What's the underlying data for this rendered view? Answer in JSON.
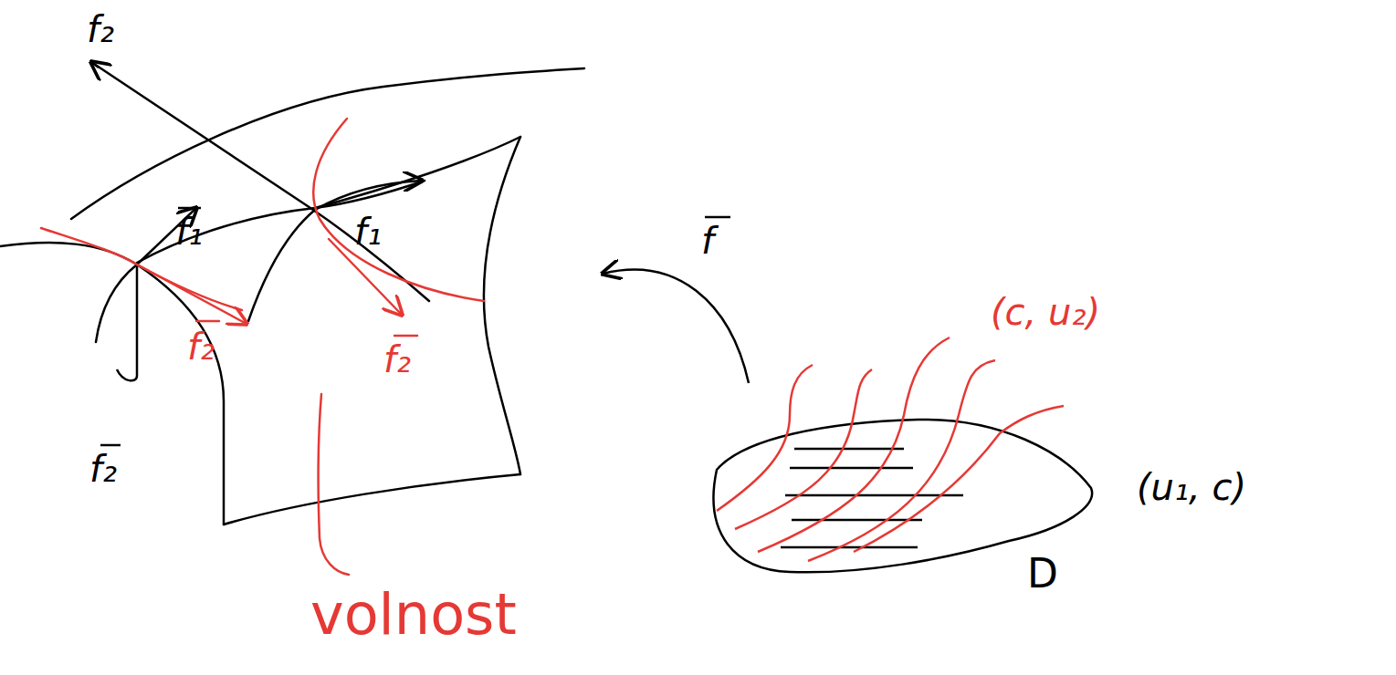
{
  "diagram": {
    "nodes": [
      {
        "text": [
          "D"
        ]
      }
    ],
    "labels": [
      "f₂",
      "f₁",
      "f₁",
      "f₂",
      "f₂",
      "f₂",
      "f",
      "(c, u₂)",
      "(u₁, c)",
      "volnost"
    ]
  }
}
